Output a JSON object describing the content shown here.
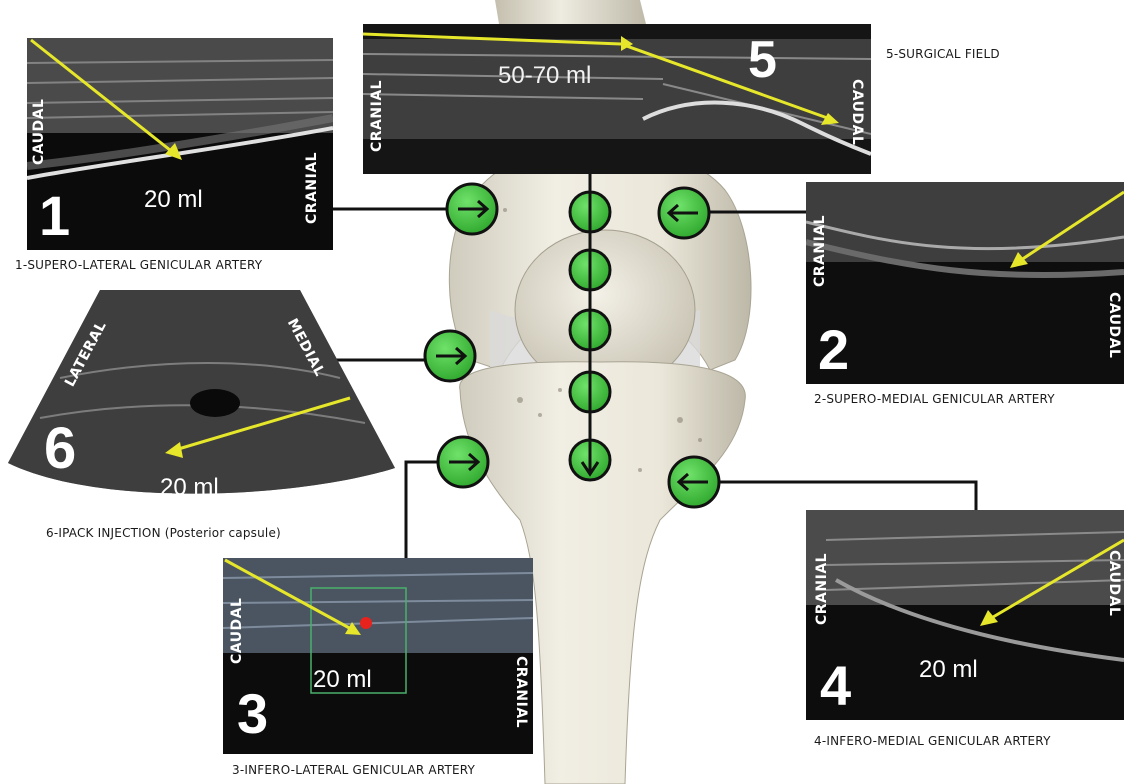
{
  "colors": {
    "injection_marker_fill": "#3ec13c",
    "needle_arrow": "#e6e62a",
    "connector_line": "#111111",
    "bone": "#ebe8dc",
    "doppler_flow": "#e8231e"
  },
  "panels": {
    "p1": {
      "number": "1",
      "volume": "20 ml",
      "orientation_left": "CAUDAL",
      "orientation_right": "CRANIAL",
      "caption": "1-SUPERO-LATERAL GENICULAR ARTERY"
    },
    "p2": {
      "number": "2",
      "orientation_left": "CRANIAL",
      "orientation_right": "CAUDAL",
      "caption": "2-SUPERO-MEDIAL GENICULAR ARTERY"
    },
    "p3": {
      "number": "3",
      "volume": "20 ml",
      "orientation_left": "CAUDAL",
      "orientation_right": "CRANIAL",
      "caption": "3-INFERO-LATERAL GENICULAR ARTERY"
    },
    "p4": {
      "number": "4",
      "volume": "20 ml",
      "orientation_left": "CRANIAL",
      "orientation_right": "CAUDAL",
      "caption": "4-INFERO-MEDIAL GENICULAR ARTERY"
    },
    "p5": {
      "number": "5",
      "volume": "50-70 ml",
      "orientation_left": "CRANIAL",
      "orientation_right": "CAUDAL",
      "caption": "5-SURGICAL FIELD"
    },
    "p6": {
      "number": "6",
      "volume": "20 ml",
      "orientation_left": "LATERAL",
      "orientation_right": "MEDIAL",
      "caption": "6-IPACK INJECTION (Posterior capsule)"
    }
  }
}
